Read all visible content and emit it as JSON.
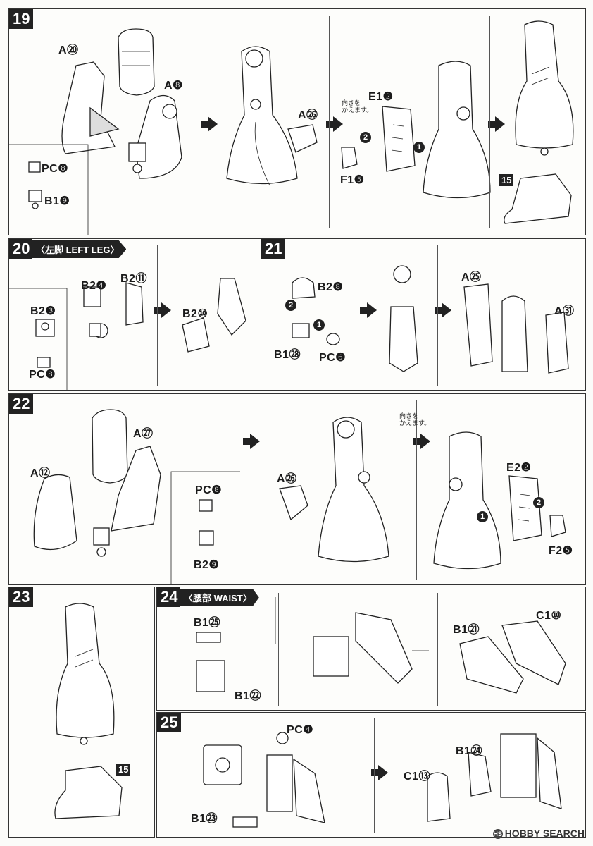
{
  "steps": {
    "s19": {
      "number": "19",
      "labels": {
        "a20": "A⑳",
        "a8": "A❽",
        "pc8": "PC❽",
        "b19": "B1❾",
        "a26": "A㉖",
        "e12": "E1❷",
        "f15": "F1❺"
      },
      "note": "向きを\nかえます。",
      "ref": "15"
    },
    "s20": {
      "number": "20",
      "section": "〈左脚 LEFT LEG〉",
      "labels": {
        "b24": "B2❹",
        "b211": "B2⑪",
        "b23": "B2❸",
        "pc8": "PC❽",
        "b210": "B2⑩"
      }
    },
    "s21": {
      "number": "21",
      "labels": {
        "b28": "B2❽",
        "b128": "B1㉘",
        "pc6": "PC❻",
        "a25": "A㉕",
        "a31": "A㉛"
      }
    },
    "s22": {
      "number": "22",
      "labels": {
        "a27": "A㉗",
        "a12": "A⑫",
        "pc8": "PC❽",
        "b29": "B2❾",
        "a26": "A㉖",
        "e22": "E2❷",
        "f25": "F2❺"
      },
      "note": "向きを\nかえます。"
    },
    "s23": {
      "number": "23",
      "ref": "15"
    },
    "s24": {
      "number": "24",
      "section": "〈腰部 WAIST〉",
      "labels": {
        "b125": "B1㉕",
        "b122": "B1㉒",
        "b121": "B1㉑",
        "c110": "C1⑩"
      }
    },
    "s25": {
      "number": "25",
      "labels": {
        "pc4": "PC❹",
        "b123": "B1㉓",
        "b124": "B1㉔",
        "c113": "C1⑬"
      }
    }
  },
  "order_badges": [
    "1",
    "2"
  ],
  "watermark": {
    "logo": "HS",
    "text": "HOBBY SEARCH"
  }
}
